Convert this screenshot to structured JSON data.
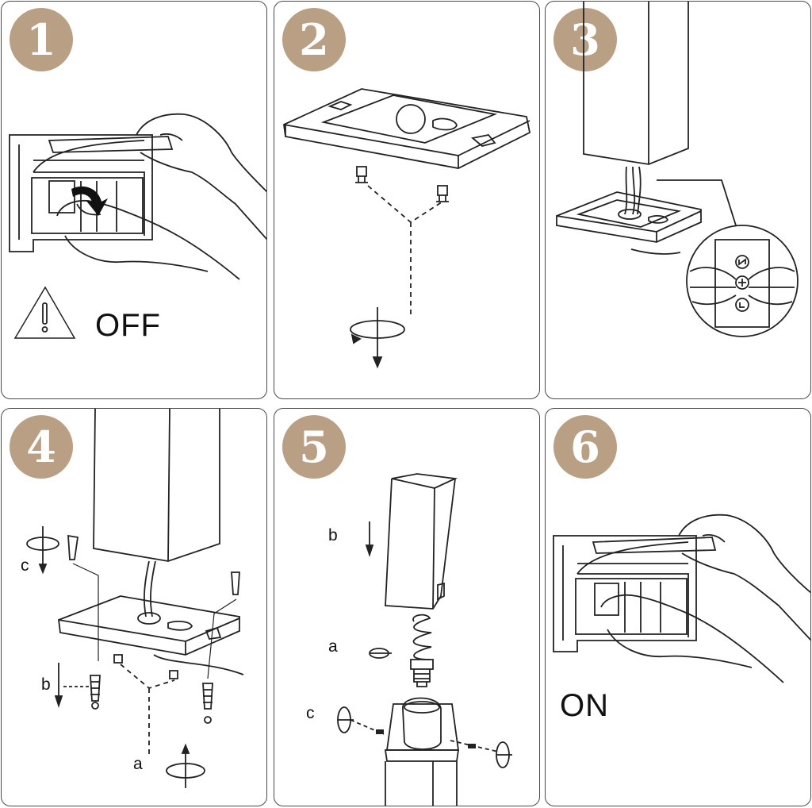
{
  "steps": [
    {
      "number": "1",
      "word": "OFF"
    },
    {
      "number": "2"
    },
    {
      "number": "3"
    },
    {
      "number": "4",
      "labels": {
        "a": "a",
        "b": "b",
        "c": "c"
      }
    },
    {
      "number": "5",
      "labels": {
        "a": "a",
        "b": "b",
        "c": "c"
      }
    },
    {
      "number": "6",
      "word": "ON"
    }
  ],
  "icons": {
    "warning": "warning-triangle-icon",
    "rotate": "rotate-arrow-icon",
    "screw": "screw-icon",
    "anchor": "wall-plug-icon",
    "bulb": "spiral-bulb-icon",
    "breaker": "circuit-breaker-icon"
  },
  "colors": {
    "badge": "#b99f84",
    "line": "#222222"
  }
}
